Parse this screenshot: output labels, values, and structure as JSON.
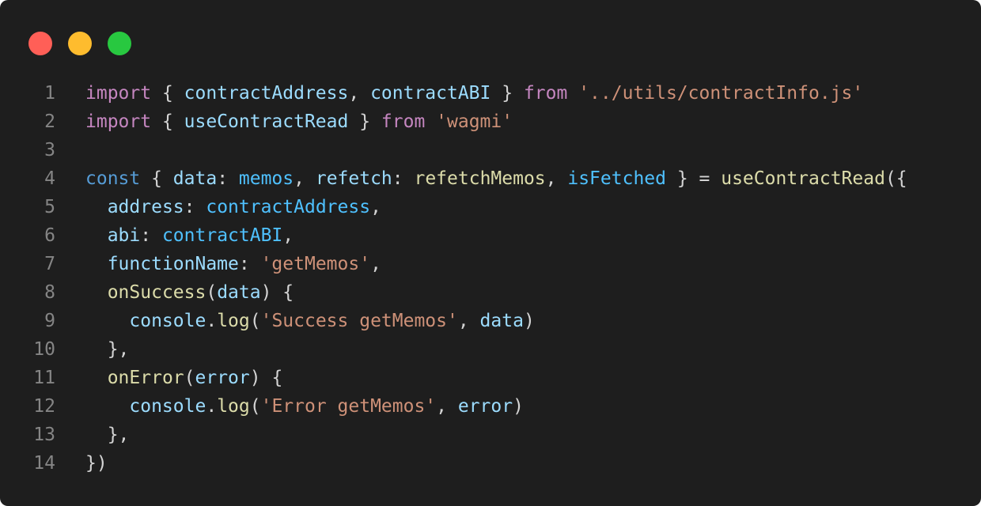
{
  "window": {
    "controls": [
      {
        "name": "close",
        "color": "#ff5f57"
      },
      {
        "name": "minimize",
        "color": "#febc2e"
      },
      {
        "name": "zoom",
        "color": "#28c840"
      }
    ]
  },
  "colors": {
    "background": "#1e1e1e",
    "keyword": "#c586c0",
    "storage": "#569cd6",
    "variable": "#9cdcfe",
    "constant": "#4fc1ff",
    "function": "#dcdcaa",
    "string": "#ce9178",
    "punctuation": "#d4d4d4",
    "line_number": "#858585"
  },
  "code": {
    "language": "javascript",
    "lines": [
      {
        "number": "1",
        "tokens": [
          {
            "t": "import",
            "k": "keyword"
          },
          {
            "t": " { ",
            "k": "punct"
          },
          {
            "t": "contractAddress",
            "k": "var"
          },
          {
            "t": ", ",
            "k": "punct"
          },
          {
            "t": "contractABI",
            "k": "var"
          },
          {
            "t": " } ",
            "k": "punct"
          },
          {
            "t": "from",
            "k": "keyword"
          },
          {
            "t": " ",
            "k": "punct"
          },
          {
            "t": "'../utils/contractInfo.js'",
            "k": "string"
          }
        ]
      },
      {
        "number": "2",
        "tokens": [
          {
            "t": "import",
            "k": "keyword"
          },
          {
            "t": " { ",
            "k": "punct"
          },
          {
            "t": "useContractRead",
            "k": "var"
          },
          {
            "t": " } ",
            "k": "punct"
          },
          {
            "t": "from",
            "k": "keyword"
          },
          {
            "t": " ",
            "k": "punct"
          },
          {
            "t": "'wagmi'",
            "k": "string"
          }
        ]
      },
      {
        "number": "3",
        "tokens": []
      },
      {
        "number": "4",
        "tokens": [
          {
            "t": "const",
            "k": "storage"
          },
          {
            "t": " { ",
            "k": "punct"
          },
          {
            "t": "data",
            "k": "var"
          },
          {
            "t": ": ",
            "k": "punct"
          },
          {
            "t": "memos",
            "k": "const"
          },
          {
            "t": ", ",
            "k": "punct"
          },
          {
            "t": "refetch",
            "k": "var"
          },
          {
            "t": ": ",
            "k": "punct"
          },
          {
            "t": "refetchMemos",
            "k": "func"
          },
          {
            "t": ", ",
            "k": "punct"
          },
          {
            "t": "isFetched",
            "k": "const"
          },
          {
            "t": " } = ",
            "k": "punct"
          },
          {
            "t": "useContractRead",
            "k": "func"
          },
          {
            "t": "({",
            "k": "punct"
          }
        ]
      },
      {
        "number": "5",
        "tokens": [
          {
            "t": "  ",
            "k": "punct"
          },
          {
            "t": "address",
            "k": "var"
          },
          {
            "t": ": ",
            "k": "punct"
          },
          {
            "t": "contractAddress",
            "k": "const"
          },
          {
            "t": ",",
            "k": "punct"
          }
        ]
      },
      {
        "number": "6",
        "tokens": [
          {
            "t": "  ",
            "k": "punct"
          },
          {
            "t": "abi",
            "k": "var"
          },
          {
            "t": ": ",
            "k": "punct"
          },
          {
            "t": "contractABI",
            "k": "const"
          },
          {
            "t": ",",
            "k": "punct"
          }
        ]
      },
      {
        "number": "7",
        "tokens": [
          {
            "t": "  ",
            "k": "punct"
          },
          {
            "t": "functionName",
            "k": "var"
          },
          {
            "t": ": ",
            "k": "punct"
          },
          {
            "t": "'getMemos'",
            "k": "string"
          },
          {
            "t": ",",
            "k": "punct"
          }
        ]
      },
      {
        "number": "8",
        "tokens": [
          {
            "t": "  ",
            "k": "punct"
          },
          {
            "t": "onSuccess",
            "k": "func"
          },
          {
            "t": "(",
            "k": "punct"
          },
          {
            "t": "data",
            "k": "var"
          },
          {
            "t": ") {",
            "k": "punct"
          }
        ]
      },
      {
        "number": "9",
        "tokens": [
          {
            "t": "    ",
            "k": "punct"
          },
          {
            "t": "console",
            "k": "var"
          },
          {
            "t": ".",
            "k": "punct"
          },
          {
            "t": "log",
            "k": "func"
          },
          {
            "t": "(",
            "k": "punct"
          },
          {
            "t": "'Success getMemos'",
            "k": "string"
          },
          {
            "t": ", ",
            "k": "punct"
          },
          {
            "t": "data",
            "k": "var"
          },
          {
            "t": ")",
            "k": "punct"
          }
        ]
      },
      {
        "number": "10",
        "tokens": [
          {
            "t": "  },",
            "k": "punct"
          }
        ]
      },
      {
        "number": "11",
        "tokens": [
          {
            "t": "  ",
            "k": "punct"
          },
          {
            "t": "onError",
            "k": "func"
          },
          {
            "t": "(",
            "k": "punct"
          },
          {
            "t": "error",
            "k": "var"
          },
          {
            "t": ") {",
            "k": "punct"
          }
        ]
      },
      {
        "number": "12",
        "tokens": [
          {
            "t": "    ",
            "k": "punct"
          },
          {
            "t": "console",
            "k": "var"
          },
          {
            "t": ".",
            "k": "punct"
          },
          {
            "t": "log",
            "k": "func"
          },
          {
            "t": "(",
            "k": "punct"
          },
          {
            "t": "'Error getMemos'",
            "k": "string"
          },
          {
            "t": ", ",
            "k": "punct"
          },
          {
            "t": "error",
            "k": "var"
          },
          {
            "t": ")",
            "k": "punct"
          }
        ]
      },
      {
        "number": "13",
        "tokens": [
          {
            "t": "  },",
            "k": "punct"
          }
        ]
      },
      {
        "number": "14",
        "tokens": [
          {
            "t": "})",
            "k": "punct"
          }
        ]
      }
    ]
  }
}
